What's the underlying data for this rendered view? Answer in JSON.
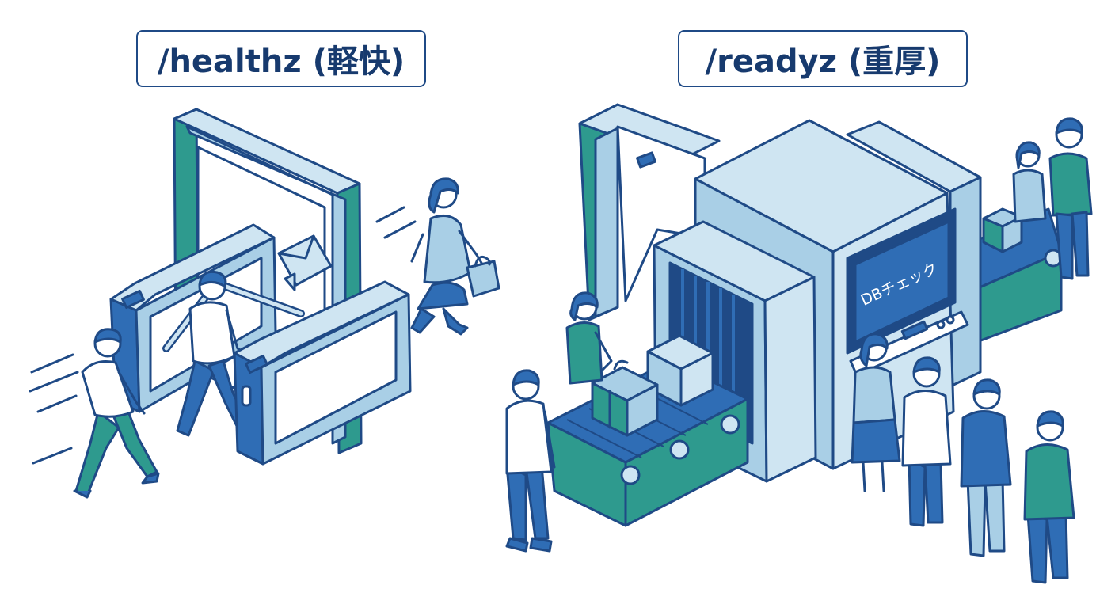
{
  "panels": {
    "left": {
      "title": "/healthz (軽快)"
    },
    "right": {
      "title": "/readyz (重厚)",
      "monitor_text": "DBチェック"
    }
  },
  "colors": {
    "navy": "#1f4a86",
    "blue": "#2f6db5",
    "light_blue": "#a9cfe6",
    "pale_blue": "#cfe5f2",
    "teal": "#2e9a8e",
    "white": "#ffffff"
  },
  "icons": [
    "envelope-icon",
    "shopping-bag-icon"
  ]
}
